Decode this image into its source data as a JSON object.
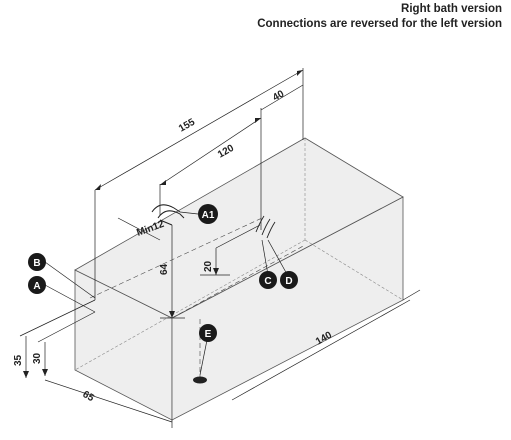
{
  "header": {
    "line1": "Right bath version",
    "line2": "Connections are reversed for the left version"
  },
  "dimensions": {
    "d155": "155",
    "d120": "120",
    "d40": "40",
    "d64": "64",
    "d20": "20",
    "d140": "140",
    "d35": "35",
    "d30": "30",
    "d65": "65",
    "min12": "Min12"
  },
  "markers": {
    "a1": "A1",
    "b": "B",
    "a": "A",
    "c": "C",
    "d": "D",
    "e": "E"
  },
  "colors": {
    "box_face": "#eeeeee",
    "box_edge": "#555555",
    "marker_fill": "#1a1a1a"
  }
}
